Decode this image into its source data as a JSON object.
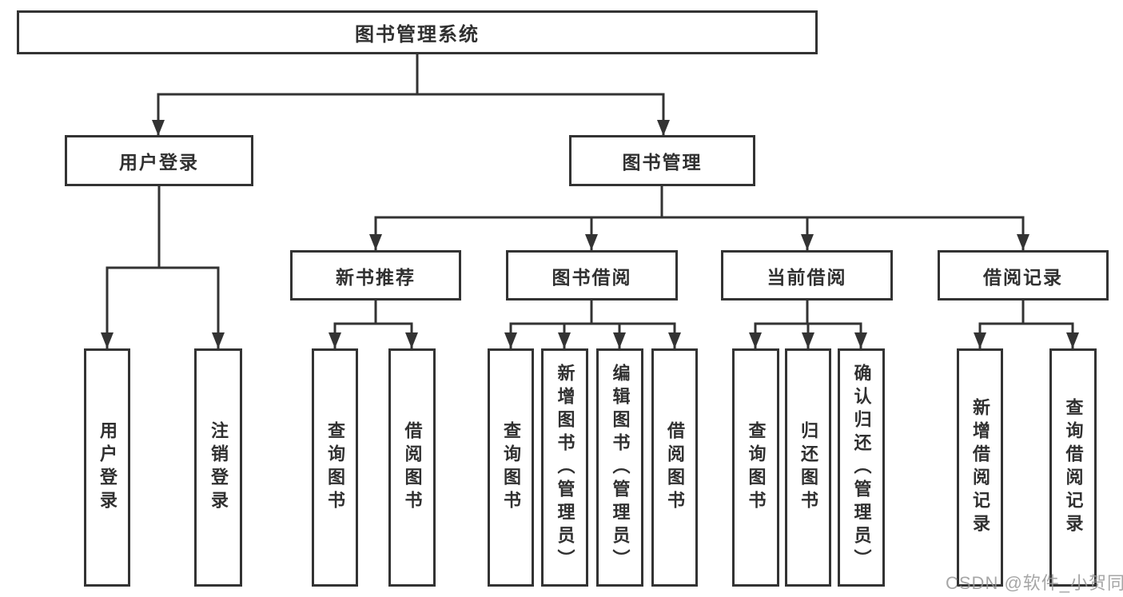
{
  "diagram": {
    "title": "图书管理系统",
    "root": {
      "label": "图书管理系统"
    },
    "level2": [
      {
        "label": "用户登录"
      },
      {
        "label": "图书管理"
      }
    ],
    "level3": [
      {
        "label": "新书推荐"
      },
      {
        "label": "图书借阅"
      },
      {
        "label": "当前借阅"
      },
      {
        "label": "借阅记录"
      }
    ],
    "leaves": [
      {
        "label": "用户登录",
        "parent": "用户登录"
      },
      {
        "label": "注销登录",
        "parent": "用户登录"
      },
      {
        "label": "查询图书",
        "parent": "新书推荐"
      },
      {
        "label": "借阅图书",
        "parent": "新书推荐"
      },
      {
        "label": "查询图书",
        "parent": "图书借阅"
      },
      {
        "label": "新增图书（管理员）",
        "parent": "图书借阅"
      },
      {
        "label": "编辑图书（管理员）",
        "parent": "图书借阅"
      },
      {
        "label": "借阅图书",
        "parent": "图书借阅"
      },
      {
        "label": "查询图书",
        "parent": "当前借阅"
      },
      {
        "label": "归还图书",
        "parent": "当前借阅"
      },
      {
        "label": "确认归还（管理员）",
        "parent": "当前借阅"
      },
      {
        "label": "新增借阅记录",
        "parent": "借阅记录"
      },
      {
        "label": "查询借阅记录",
        "parent": "借阅记录"
      }
    ]
  },
  "watermark": "CSDN @软件_小贺同学",
  "colors": {
    "line": "#333333",
    "box_border": "#333333",
    "text": "#303030",
    "watermark": "#969696",
    "background": "#ffffff"
  }
}
